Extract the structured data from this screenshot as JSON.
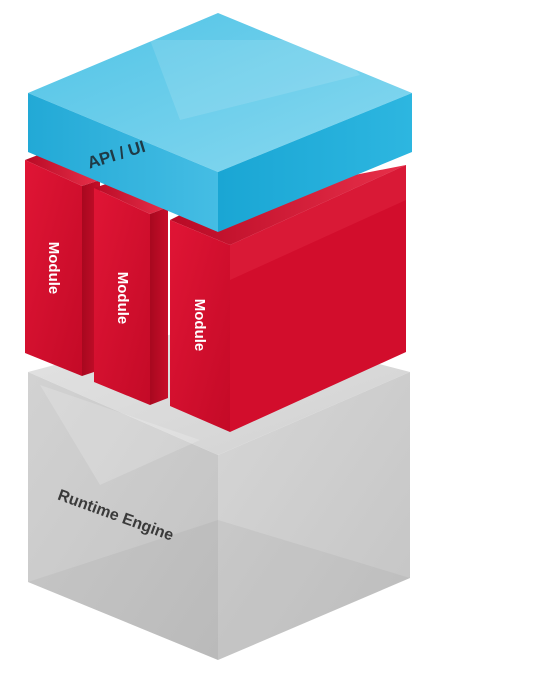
{
  "diagram": {
    "layers": {
      "api": {
        "label": "API / UI",
        "color": "#3db8dc"
      },
      "modules": [
        {
          "label": "Module",
          "color": "#d8102f"
        },
        {
          "label": "Module",
          "color": "#d8102f"
        },
        {
          "label": "Module",
          "color": "#d8102f"
        }
      ],
      "runtime": {
        "label": "Runtime Engine",
        "color": "#c8c8c8"
      }
    }
  }
}
